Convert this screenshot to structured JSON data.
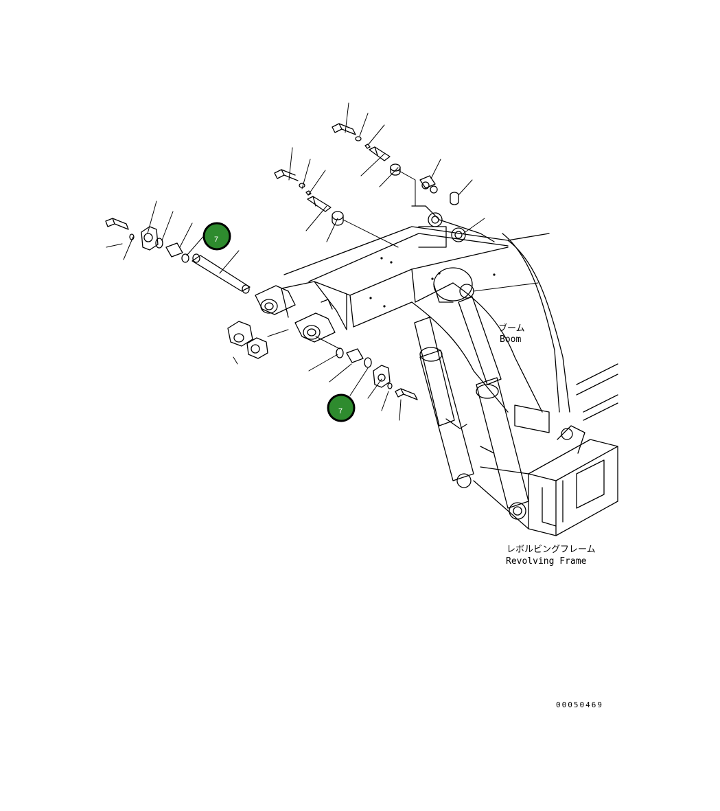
{
  "labels": {
    "boom_jp": "ブーム",
    "boom_en": "Boom",
    "frame_jp": "レボルビングフレーム",
    "frame_en": "Revolving Frame",
    "drawing_number": "00050469"
  },
  "callouts": [
    {
      "number": "7",
      "color": "#2e8b2e"
    },
    {
      "number": "7",
      "color": "#2e8b2e"
    }
  ]
}
